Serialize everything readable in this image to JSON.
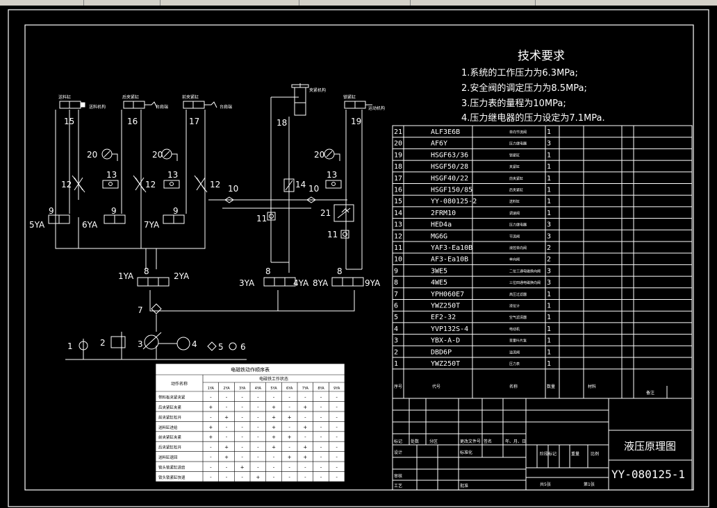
{
  "requirements": {
    "title": "技术要求",
    "items": [
      "1.系统的工作压力为6.3MPa;",
      "2.安全阀的调定压力为8.5MPa;",
      "3.压力表的量程为10MPa;",
      "4.压力继电器的压力设定为7.1MPa."
    ]
  },
  "bom": [
    {
      "no": "21",
      "code": "ALF3E6B",
      "name": "单向节流阀",
      "qty": "1"
    },
    {
      "no": "20",
      "code": "AF6Y",
      "name": "压力继电器",
      "qty": "3"
    },
    {
      "no": "19",
      "code": "HSGF63/36",
      "name": "锁紧缸",
      "qty": "1"
    },
    {
      "no": "18",
      "code": "HSGF50/28",
      "name": "夹紧缸",
      "qty": "1"
    },
    {
      "no": "17",
      "code": "HSGF40/22",
      "name": "前夹紧缸",
      "qty": "1"
    },
    {
      "no": "16",
      "code": "HSGF150/85",
      "name": "后夹紧缸",
      "qty": "1"
    },
    {
      "no": "15",
      "code": "YY-080125-2",
      "name": "送料缸",
      "qty": "1"
    },
    {
      "no": "14",
      "code": "2FRM10",
      "name": "调速阀",
      "qty": "1"
    },
    {
      "no": "13",
      "code": "HED4a",
      "name": "压力继电器",
      "qty": "3"
    },
    {
      "no": "12",
      "code": "MG6G",
      "name": "节流阀",
      "qty": "3"
    },
    {
      "no": "11",
      "code": "YAF3-Ea10B",
      "name": "液控单向阀",
      "qty": "2"
    },
    {
      "no": "10",
      "code": "AF3-Ea10B",
      "name": "单向阀",
      "qty": "2"
    },
    {
      "no": "9",
      "code": "3WE5",
      "name": "二位三通电磁换向阀",
      "qty": "3"
    },
    {
      "no": "8",
      "code": "4WE5",
      "name": "三位四通电磁换向阀",
      "qty": "3"
    },
    {
      "no": "7",
      "code": "YPH060E7",
      "name": "高压过滤器",
      "qty": "1"
    },
    {
      "no": "6",
      "code": "YWZ250T",
      "name": "液位计",
      "qty": "1"
    },
    {
      "no": "5",
      "code": "EF2-32",
      "name": "空气滤清器",
      "qty": "1"
    },
    {
      "no": "4",
      "code": "YVP132S-4",
      "name": "电动机",
      "qty": "1"
    },
    {
      "no": "3",
      "code": "YBX-A-D",
      "name": "变量叶片泵",
      "qty": "1"
    },
    {
      "no": "2",
      "code": "DBD6P",
      "name": "溢流阀",
      "qty": "1"
    },
    {
      "no": "1",
      "code": "YWZ250T",
      "name": "压力表",
      "qty": "1"
    }
  ],
  "bom_header": [
    "序号",
    "代号",
    "名称",
    "数量",
    "材料",
    "",
    "",
    "备注"
  ],
  "title_block": {
    "drawing_title": "液压原理图",
    "drawing_number": "YY-080125-1",
    "labels": {
      "mark": "标记",
      "count": "处数",
      "zone": "分区",
      "docno": "更改文件号",
      "sign": "签名",
      "date": "年、月、日",
      "design": "设计",
      "std": "标准化",
      "stage": "阶段标记",
      "weight": "重量",
      "scale": "比例",
      "audit": "审核",
      "craft": "工艺",
      "approve": "批准",
      "sheets_total": "共5张",
      "sheet": "第1张"
    }
  },
  "schematic": {
    "actuators": [
      {
        "no": "15",
        "label": "送料缸",
        "tag": "送料机构"
      },
      {
        "no": "16",
        "label": "后夹紧缸",
        "tag": "台肩端"
      },
      {
        "no": "17",
        "label": "前夹紧缸",
        "tag": "台肩端"
      },
      {
        "no": "18",
        "label": "夹紧机构",
        "tag": ""
      },
      {
        "no": "19",
        "label": "锁紧缸",
        "tag": "运动机构"
      }
    ],
    "component_nums": [
      "20",
      "20",
      "20",
      "13",
      "13",
      "13",
      "12",
      "12",
      "12",
      "10",
      "10",
      "14",
      "21",
      "11",
      "11",
      "9",
      "9",
      "9",
      "8",
      "8",
      "8",
      "7",
      "1",
      "2",
      "3",
      "4",
      "5",
      "6"
    ],
    "solenoids": [
      "5YA",
      "6YA",
      "7YA",
      "1YA",
      "2YA",
      "3YA",
      "4YA",
      "8YA",
      "9YA"
    ]
  },
  "action_table": {
    "title": "电磁铁动作顺序表",
    "group_header": "电磁铁工作状态",
    "action_header": "动作名称",
    "columns": [
      "1YA",
      "2YA",
      "3YA",
      "4YA",
      "5YA",
      "6YA",
      "7YA",
      "8YA",
      "9YA"
    ],
    "rows": [
      {
        "name": "带料板夹紧夹紧",
        "vals": [
          "-",
          "-",
          "-",
          "-",
          "-",
          "-",
          "-",
          "-",
          "-"
        ]
      },
      {
        "name": "后夹紧缸夹紧",
        "vals": [
          "+",
          "-",
          "-",
          "-",
          "+",
          "-",
          "+",
          "-",
          "-"
        ]
      },
      {
        "name": "前夹紧缸松开",
        "vals": [
          "-",
          "+",
          "-",
          "-",
          "+",
          "+",
          "-",
          "-",
          "-"
        ]
      },
      {
        "name": "送料缸进给",
        "vals": [
          "+",
          "-",
          "-",
          "-",
          "+",
          "-",
          "+",
          "-",
          "-"
        ]
      },
      {
        "name": "前夹紧缸夹紧",
        "vals": [
          "+",
          "-",
          "-",
          "-",
          "+",
          "+",
          "-",
          "-",
          "-"
        ]
      },
      {
        "name": "后夹紧缸松开",
        "vals": [
          "-",
          "+",
          "-",
          "-",
          "+",
          "-",
          "+",
          "-",
          "-"
        ]
      },
      {
        "name": "送料缸退回",
        "vals": [
          "-",
          "+",
          "-",
          "-",
          "-",
          "+",
          "+",
          "-",
          "-"
        ]
      },
      {
        "name": "锁头锁紧缸进给",
        "vals": [
          "-",
          "-",
          "+",
          "-",
          "-",
          "-",
          "-",
          "-",
          "-"
        ]
      },
      {
        "name": "锁头锁紧缸快退",
        "vals": [
          "-",
          "-",
          "-",
          "+",
          "-",
          "-",
          "-",
          "-",
          "-"
        ]
      }
    ]
  }
}
